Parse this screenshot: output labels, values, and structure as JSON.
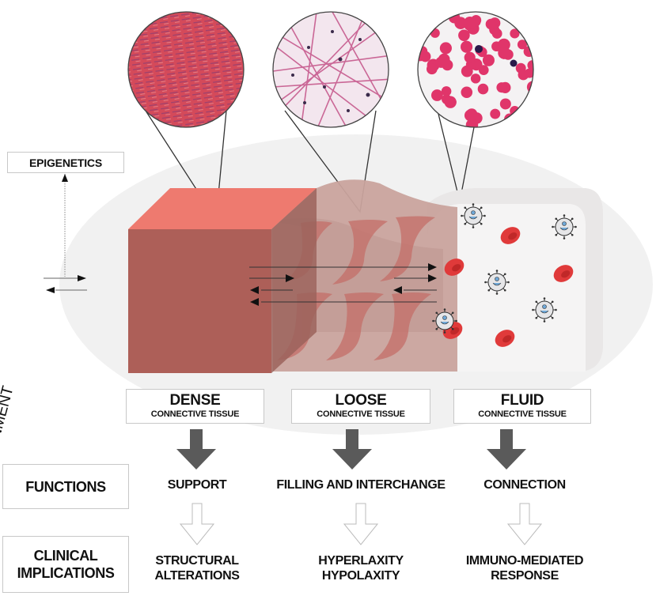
{
  "labels": {
    "epigenetics": "EPIGENETICS",
    "environment": "ENVIRONMENT",
    "functions": "FUNCTIONS",
    "clinical_implications_line1": "CLINICAL",
    "clinical_implications_line2": "IMPLICATIONS"
  },
  "tissues": [
    {
      "name": "DENSE",
      "subtitle": "CONNECTIVE TISSUE",
      "function": "SUPPORT",
      "clinical_line1": "STRUCTURAL",
      "clinical_line2": "ALTERATIONS"
    },
    {
      "name": "LOOSE",
      "subtitle": "CONNECTIVE TISSUE",
      "function": "FILLING AND INTERCHANGE",
      "clinical_line1": "HYPERLAXITY",
      "clinical_line2": "HYPOLAXITY"
    },
    {
      "name": "FLUID",
      "subtitle": "CONNECTIVE TISSUE",
      "function": "CONNECTION",
      "clinical_line1": "IMMUNO-MEDIATED",
      "clinical_line2": "RESPONSE"
    }
  ],
  "colors": {
    "dense_front": "#ad5f58",
    "dense_top": "#ee7a6f",
    "loose": "#c9a19b",
    "fluid": "#f2f0f0",
    "rbc": "#e03a3a",
    "arrow_dark": "#5a5a5a"
  }
}
